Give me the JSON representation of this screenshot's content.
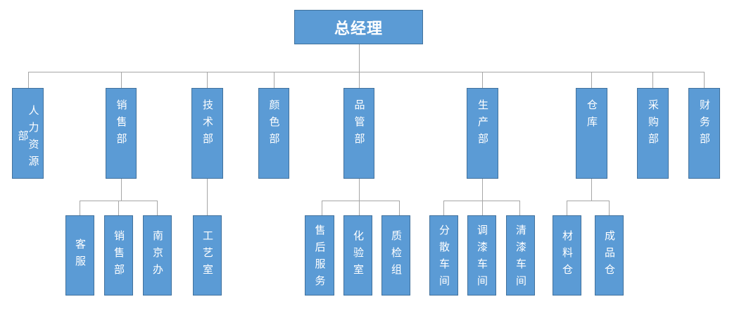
{
  "root": {
    "label": "总经理"
  },
  "departments": [
    {
      "id": "hr",
      "label": "人力资源部",
      "children": []
    },
    {
      "id": "sales",
      "label": "销售部",
      "children": [
        {
          "id": "sales-customer",
          "label": "客服"
        },
        {
          "id": "sales-sales",
          "label": "销售部"
        },
        {
          "id": "sales-nanjing",
          "label": "南京办"
        }
      ]
    },
    {
      "id": "tech",
      "label": "技术部",
      "children": [
        {
          "id": "tech-process",
          "label": "工艺室"
        }
      ]
    },
    {
      "id": "color",
      "label": "颜色部",
      "children": []
    },
    {
      "id": "qc",
      "label": "品管部",
      "children": [
        {
          "id": "qc-aftersales",
          "label": "售后服务"
        },
        {
          "id": "qc-lab",
          "label": "化验室"
        },
        {
          "id": "qc-inspection",
          "label": "质检组"
        }
      ]
    },
    {
      "id": "production",
      "label": "生产部",
      "children": [
        {
          "id": "prod-dispersion",
          "label": "分散车间"
        },
        {
          "id": "prod-paint-mixing",
          "label": "调漆车间"
        },
        {
          "id": "prod-paint-cleaning",
          "label": "清漆车间"
        }
      ]
    },
    {
      "id": "warehouse",
      "label": "仓库",
      "children": [
        {
          "id": "wh-materials",
          "label": "材料仓"
        },
        {
          "id": "wh-finished",
          "label": "成品仓"
        }
      ]
    },
    {
      "id": "purchasing",
      "label": "采购部",
      "children": []
    },
    {
      "id": "finance",
      "label": "财务部",
      "children": []
    }
  ]
}
